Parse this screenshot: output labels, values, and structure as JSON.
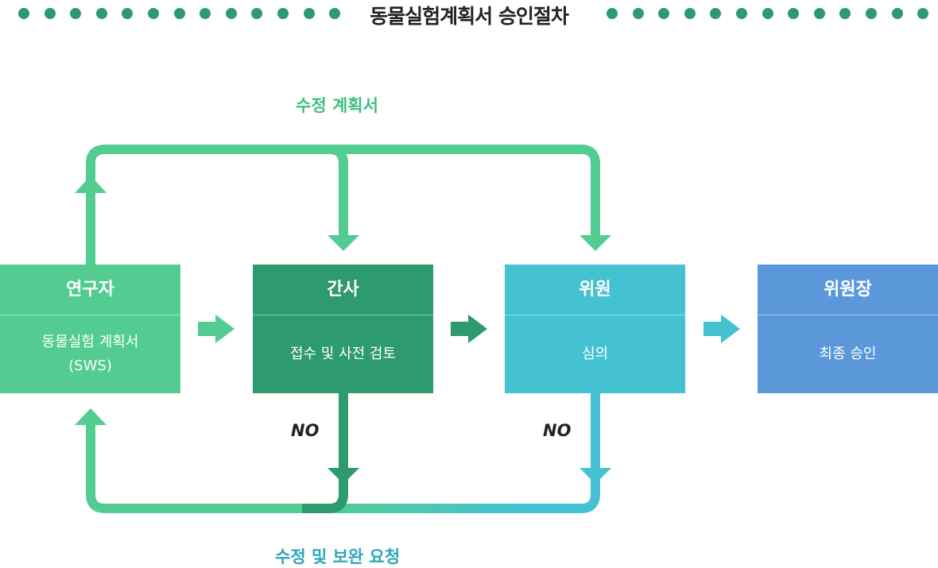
{
  "title": "동물실험계획서 승인절차",
  "colors": {
    "title_dots": "#2e9a6f",
    "researcher": "#52cc91",
    "admin": "#2e9a6f",
    "committee": "#45c2d1",
    "chair": "#5b98da",
    "label_top": "#3fbf80",
    "label_bottom": "#2ea6b8"
  },
  "steps": [
    {
      "role": "연구자",
      "task": "동물실험 계획서\n(SWS)"
    },
    {
      "role": "간사",
      "task": "접수 및 사전 검토"
    },
    {
      "role": "위원",
      "task": "심의"
    },
    {
      "role": "위원장",
      "task": "최종 승인"
    }
  ],
  "decisions": {
    "admin_no": "NO",
    "committee_no": "NO"
  },
  "flows": {
    "revised_plan": "수정 계획서",
    "revision_request": "수정 및 보완 요청"
  }
}
